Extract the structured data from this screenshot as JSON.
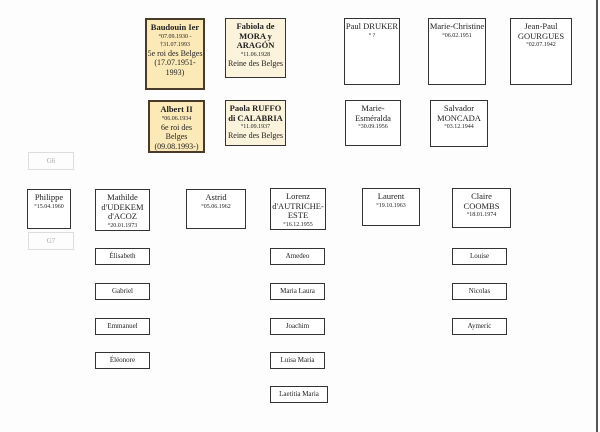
{
  "generations": {
    "g6": "G6",
    "g7": "G7"
  },
  "people": {
    "baudouin": {
      "name": "Baudouin Ier",
      "dates": "°07.09.1930 - †31.07.1993",
      "extra": "5e roi des Belges (17.07.1951-1993)"
    },
    "fabiola": {
      "name": "Fabiola de MORA y ARAGÓN",
      "dates": "°11.06.1928",
      "extra": "Reine des Belges"
    },
    "paul": {
      "name": "Paul DRUKER",
      "dates": "° ?"
    },
    "marie_christine": {
      "name": "Marie-Christine",
      "dates": "°06.02.1951"
    },
    "jean_paul": {
      "name": "Jean-Paul GOURGUES",
      "dates": "°02.07.1942"
    },
    "albert": {
      "name": "Albert II",
      "dates": "°06.06.1934",
      "extra": "6e roi des Belges (09.08.1993-)"
    },
    "paola": {
      "name": "Paola RUFFO di CALABRIA",
      "dates": "°11.09.1937",
      "extra": "Reine des Belges"
    },
    "marie_esmeralda": {
      "name": "Marie-Esméralda",
      "dates": "°30.09.1956"
    },
    "salvador": {
      "name": "Salvador MONCADA",
      "dates": "°03.12.1944"
    },
    "philippe": {
      "name": "Philippe",
      "dates": "°15.04.1960"
    },
    "mathilde": {
      "name": "Mathilde d'UDEKEM d'ACOZ",
      "dates": "°20.01.1973"
    },
    "astrid": {
      "name": "Astrid",
      "dates": "°05.06.1962"
    },
    "lorenz": {
      "name": "Lorenz d'AUTRICHE-ESTE",
      "dates": "°16.12.1955"
    },
    "laurent": {
      "name": "Laurent",
      "dates": "°19.10.1963"
    },
    "claire": {
      "name": "Claire COOMBS",
      "dates": "°18.01.1974"
    }
  },
  "children": {
    "philippe": [
      "Élisabeth",
      "Gabriel",
      "Emmanuel",
      "Éléonore"
    ],
    "astrid": [
      "Amedeo",
      "Maria Laura",
      "Joachim",
      "Luisa Maria",
      "Laetitia Maria"
    ],
    "laurent": [
      "Louise",
      "Nicolas",
      "Aymeric"
    ]
  }
}
